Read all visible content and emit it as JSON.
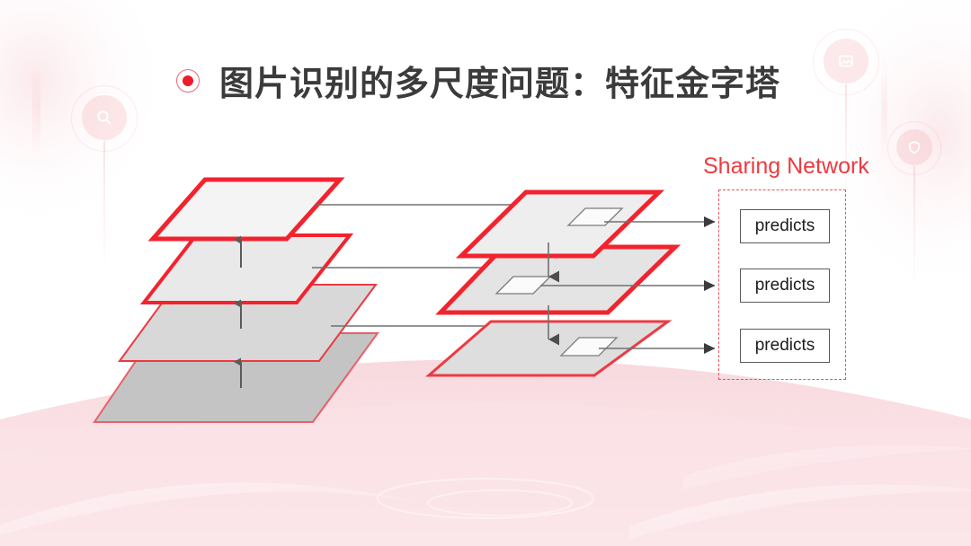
{
  "slide": {
    "background_color": "#ffffff",
    "accent_color": "#ec1c2b",
    "title": "图片识别的多尺度问题：特征金字塔",
    "bullet_icon": "filled-circle-icon"
  },
  "labels": {
    "sharing_network": "Sharing Network"
  },
  "predicts": {
    "border_color": "#e8525e",
    "boxes": [
      {
        "label": "predicts"
      },
      {
        "label": "predicts"
      },
      {
        "label": "predicts"
      }
    ]
  },
  "diagram": {
    "type": "feature-pyramid-network",
    "left_stack": {
      "name": "bottom-up-pathway",
      "layer_count": 4,
      "layers": [
        {
          "index": 0,
          "fill": "#f4f4f4",
          "stroke": "#f3232e",
          "stroke_width": 5
        },
        {
          "index": 1,
          "fill": "#e9e9e9",
          "stroke": "#f3232e",
          "stroke_width": 4
        },
        {
          "index": 2,
          "fill": "#d8d8d8",
          "stroke": "#ea3a42",
          "stroke_width": 2
        },
        {
          "index": 3,
          "fill": "#c4c4c4",
          "stroke": "#e8606a",
          "stroke_width": 2
        }
      ],
      "arrow_direction": "up",
      "arrow_count": 3
    },
    "right_stack": {
      "name": "top-down-pathway",
      "layer_count": 3,
      "layers": [
        {
          "index": 0,
          "fill": "#eeeeee",
          "stroke": "#f3232e",
          "stroke_width": 5
        },
        {
          "index": 1,
          "fill": "#e4e4e4",
          "stroke": "#f3232e",
          "stroke_width": 5
        },
        {
          "index": 2,
          "fill": "#dedede",
          "stroke": "#ee3a41",
          "stroke_width": 3
        }
      ],
      "marker_fill": "#fbfbfb",
      "marker_stroke": "#7b7b7b",
      "arrow_direction": "down",
      "arrow_count": 2
    },
    "lateral_connections": 3,
    "prediction_connections": 3,
    "connector_color": "#707070"
  },
  "decorations": {
    "pins": [
      {
        "name": "search-pin-icon",
        "glyph": "search-icon"
      },
      {
        "name": "image-pin-icon",
        "glyph": "image-icon"
      },
      {
        "name": "shield-pin-icon",
        "glyph": "shield-icon"
      }
    ],
    "bottom_wave_color": "#f9dde1"
  }
}
